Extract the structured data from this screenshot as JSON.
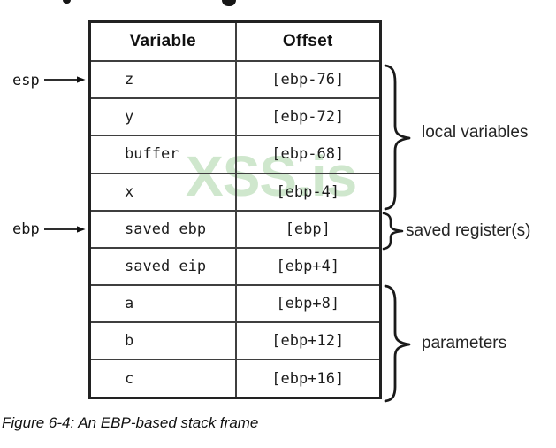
{
  "figure": {
    "caption": "Figure 6-4: An EBP-based stack frame",
    "watermark": "XSS.is",
    "watermark_color": "#cfe7cd"
  },
  "table": {
    "headers": [
      "Variable",
      "Offset"
    ],
    "rows": [
      {
        "variable": "z",
        "offset": "[ebp-76]"
      },
      {
        "variable": "y",
        "offset": "[ebp-72]"
      },
      {
        "variable": "buffer",
        "offset": "[ebp-68]"
      },
      {
        "variable": "x",
        "offset": "[ebp-4]"
      },
      {
        "variable": "saved ebp",
        "offset": "[ebp]"
      },
      {
        "variable": "saved eip",
        "offset": "[ebp+4]"
      },
      {
        "variable": "a",
        "offset": "[ebp+8]"
      },
      {
        "variable": "b",
        "offset": "[ebp+12]"
      },
      {
        "variable": "c",
        "offset": "[ebp+16]"
      }
    ]
  },
  "registers": [
    {
      "label": "esp",
      "points_to": "z"
    },
    {
      "label": "ebp",
      "points_to": "saved ebp"
    }
  ],
  "groups": [
    {
      "label": "local variables",
      "rows": [
        "z",
        "y",
        "buffer",
        "x"
      ]
    },
    {
      "label": "saved register(s)",
      "rows": [
        "saved ebp"
      ]
    },
    {
      "label": "parameters",
      "rows": [
        "a",
        "b",
        "c"
      ]
    }
  ]
}
